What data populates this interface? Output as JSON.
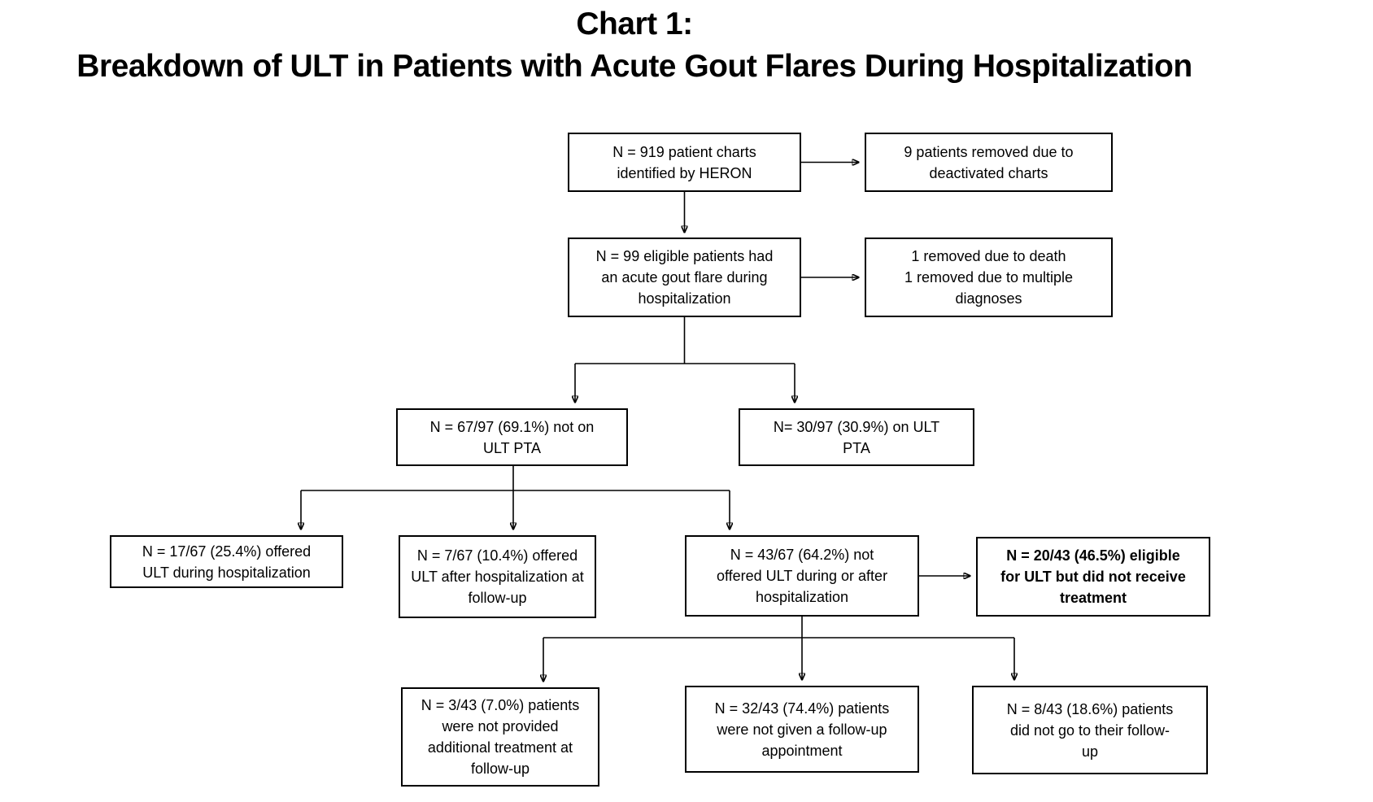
{
  "title": {
    "line1": "Chart 1:",
    "line2": "Breakdown of ULT in Patients with Acute Gout Flares During Hospitalization"
  },
  "colors": {
    "background": "#ffffff",
    "box_border": "#000000",
    "text": "#000000",
    "arrow": "#000000"
  },
  "nodes": {
    "identified": "N = 919 patient charts\nidentified by HERON",
    "removed_deactivated": "9 patients removed due to\ndeactivated charts",
    "eligible": "N = 99 eligible patients had\nan acute gout flare during\nhospitalization",
    "removed_death_multiple": "1 removed due to death\n1 removed due to multiple\ndiagnoses",
    "not_on_ult_pta": "N = 67/97 (69.1%) not on\nULT PTA",
    "on_ult_pta": "N= 30/97 (30.9%) on ULT\nPTA",
    "offered_during": "N = 17/67 (25.4%) offered\nULT during hospitalization",
    "offered_after": "N = 7/67 (10.4%) offered\nULT after hospitalization at\nfollow-up",
    "not_offered": "N = 43/67 (64.2%) not\noffered ULT during or after\nhospitalization",
    "eligible_no_treatment": "N = 20/43 (46.5%) eligible\nfor ULT but did not receive\ntreatment",
    "no_additional_treatment": "N = 3/43 (7.0%) patients\nwere not provided\nadditional treatment at\nfollow-up",
    "no_followup_appointment": "N = 32/43 (74.4%) patients\nwere not given a follow-up\nappointment",
    "did_not_go_followup": "N = 8/43 (18.6%) patients\ndid not go to their follow-\nup"
  },
  "edges": [
    [
      "identified",
      "removed_deactivated"
    ],
    [
      "identified",
      "eligible"
    ],
    [
      "eligible",
      "removed_death_multiple"
    ],
    [
      "eligible",
      "not_on_ult_pta"
    ],
    [
      "eligible",
      "on_ult_pta"
    ],
    [
      "not_on_ult_pta",
      "offered_during"
    ],
    [
      "not_on_ult_pta",
      "offered_after"
    ],
    [
      "not_on_ult_pta",
      "not_offered"
    ],
    [
      "not_offered",
      "eligible_no_treatment"
    ],
    [
      "not_offered",
      "no_additional_treatment"
    ],
    [
      "not_offered",
      "no_followup_appointment"
    ],
    [
      "not_offered",
      "did_not_go_followup"
    ]
  ]
}
